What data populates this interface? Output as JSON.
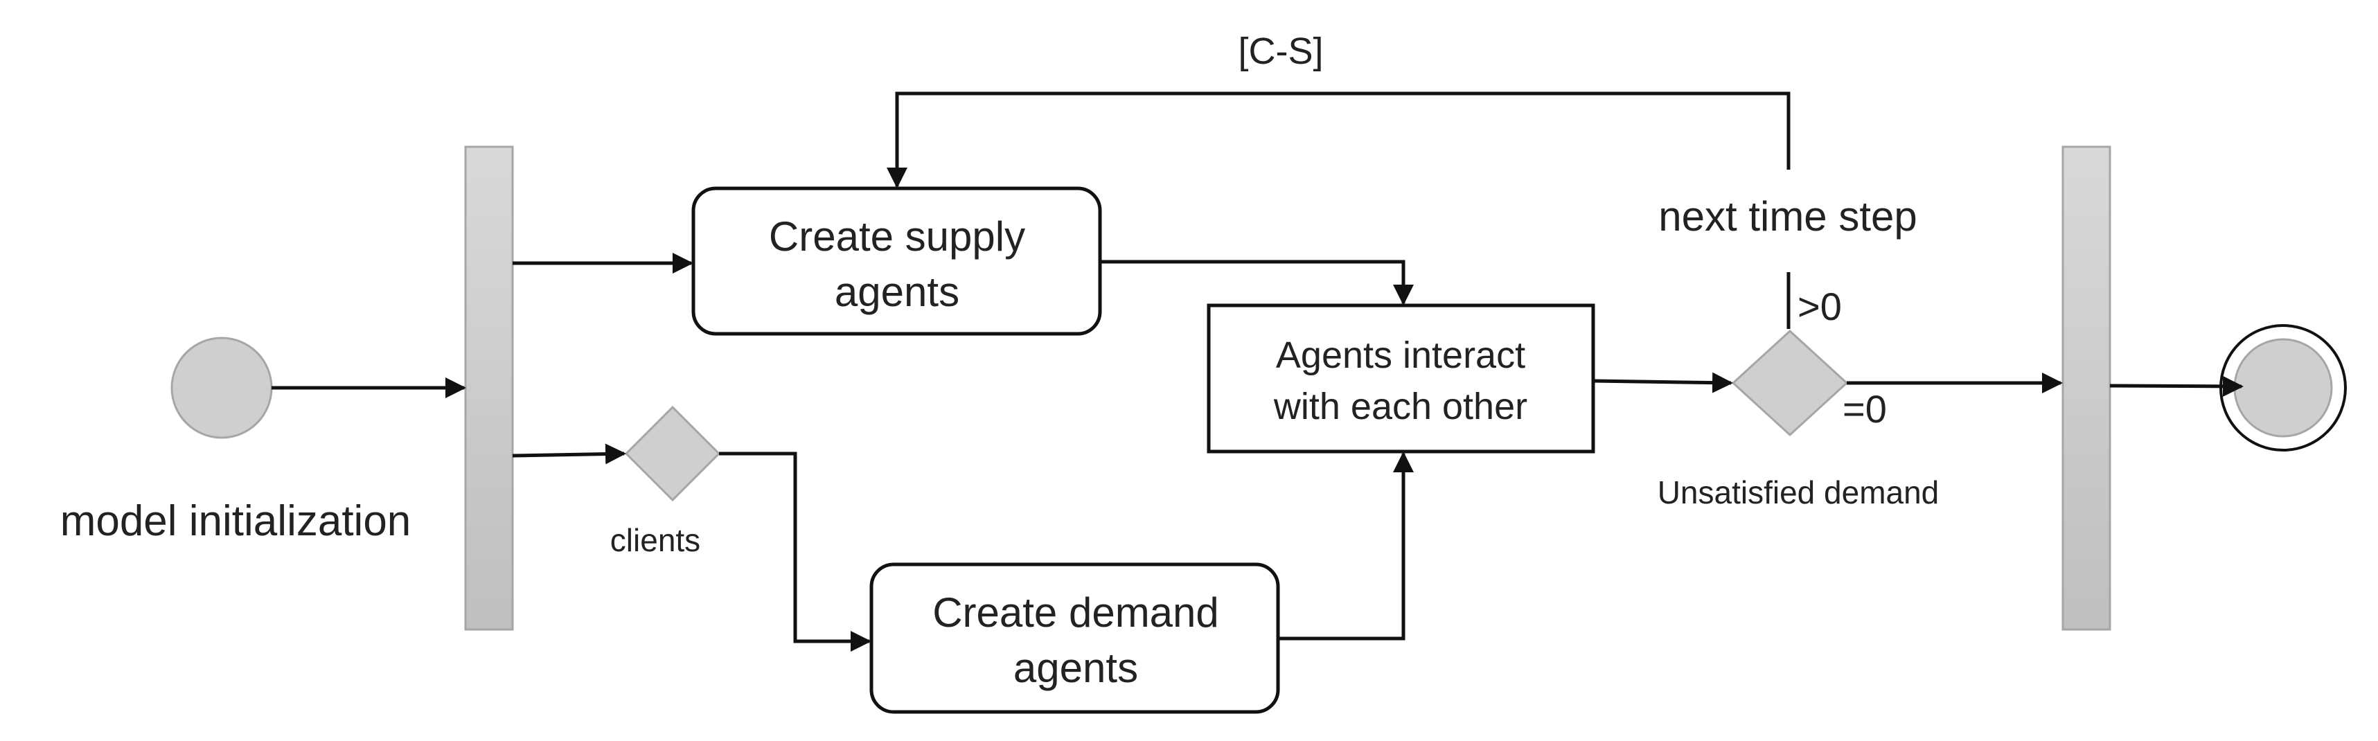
{
  "diagram": {
    "start_label": "model initialization",
    "supply_node": {
      "line1": "Create supply",
      "line2": "agents"
    },
    "demand_node": {
      "line1": "Create demand",
      "line2": "agents"
    },
    "interact_node": {
      "line1": "Agents interact",
      "line2": "with each other"
    },
    "clients_label": "clients",
    "loop_label": "[C-S]",
    "next_step_label": "next time step",
    "guard_greater": ">0",
    "guard_equal": "=0",
    "decision_label": "Unsatisfied demand"
  },
  "colors": {
    "stroke": "#111111",
    "node_fill": "#ffffff",
    "gray_fill": "#cfcfcf",
    "gray_edge": "#a6a6a6"
  }
}
